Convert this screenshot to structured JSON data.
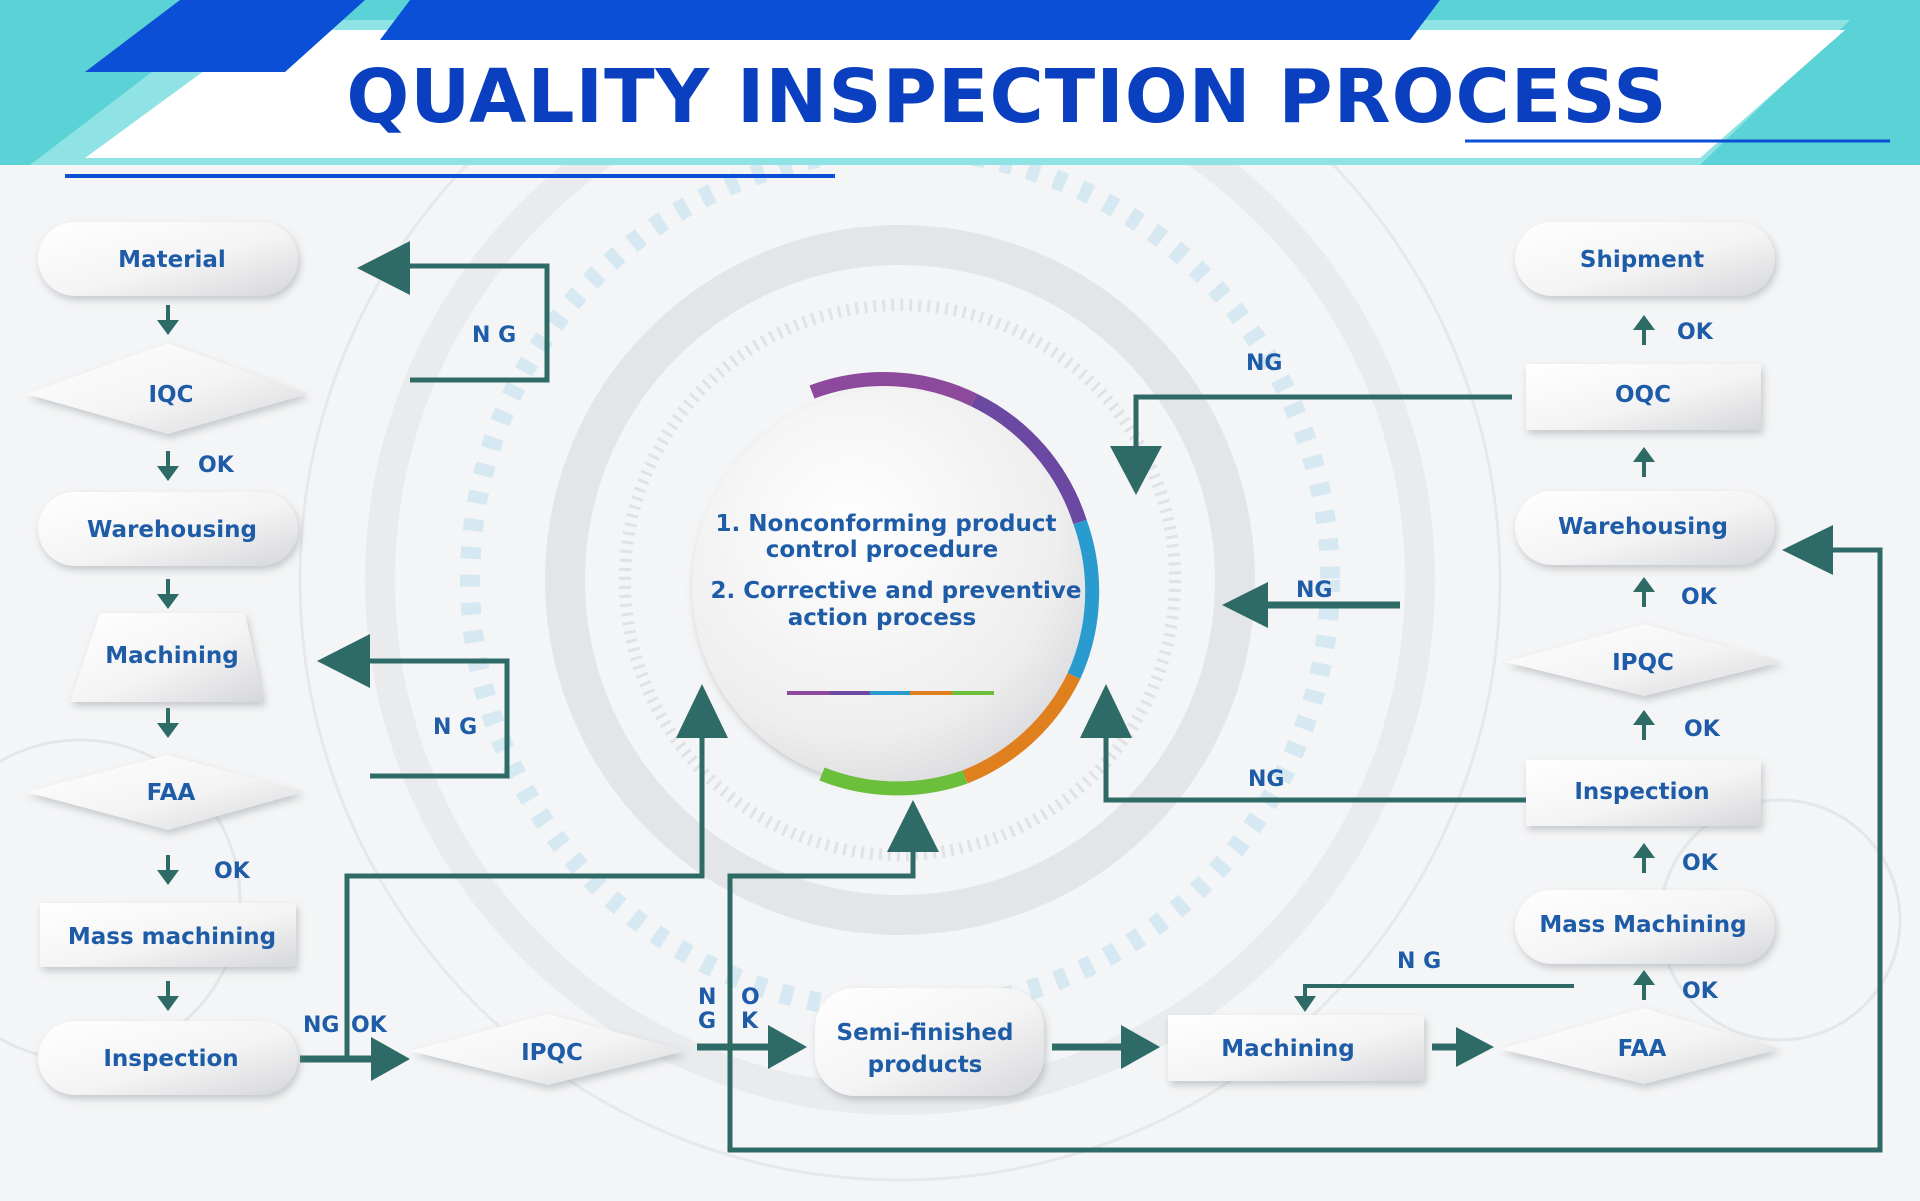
{
  "title": "QUALITY INSPECTION PROCESS",
  "colors": {
    "accent": "#0a4fd6",
    "teal": "#5bd3d6",
    "arrow": "#2e6b67",
    "text": "#1f5ca8"
  },
  "center": {
    "line1": "1. Nonconforming product",
    "line2": "control procedure",
    "line3": "2. Corrective and preventive",
    "line4": "action process"
  },
  "left_column": {
    "material": "Material",
    "iqc": "IQC",
    "warehousing": "Warehousing",
    "machining": "Machining",
    "faa": "FAA",
    "mass_machining": "Mass machining",
    "inspection": "Inspection"
  },
  "bottom_row": {
    "ipqc": "IPQC",
    "semi_line1": "Semi-finished",
    "semi_line2": "products",
    "machining": "Machining",
    "faa": "FAA"
  },
  "right_column": {
    "shipment": "Shipment",
    "oqc": "OQC",
    "warehousing": "Warehousing",
    "ipqc": "IPQC",
    "inspection": "Inspection",
    "mass_machining": "Mass Machining"
  },
  "labels": {
    "ok": "OK",
    "ng": "NG",
    "ng_spaced": "N G",
    "ng_v1": "N",
    "ng_v2": "G",
    "ok_v1": "O",
    "ok_v2": "K"
  }
}
